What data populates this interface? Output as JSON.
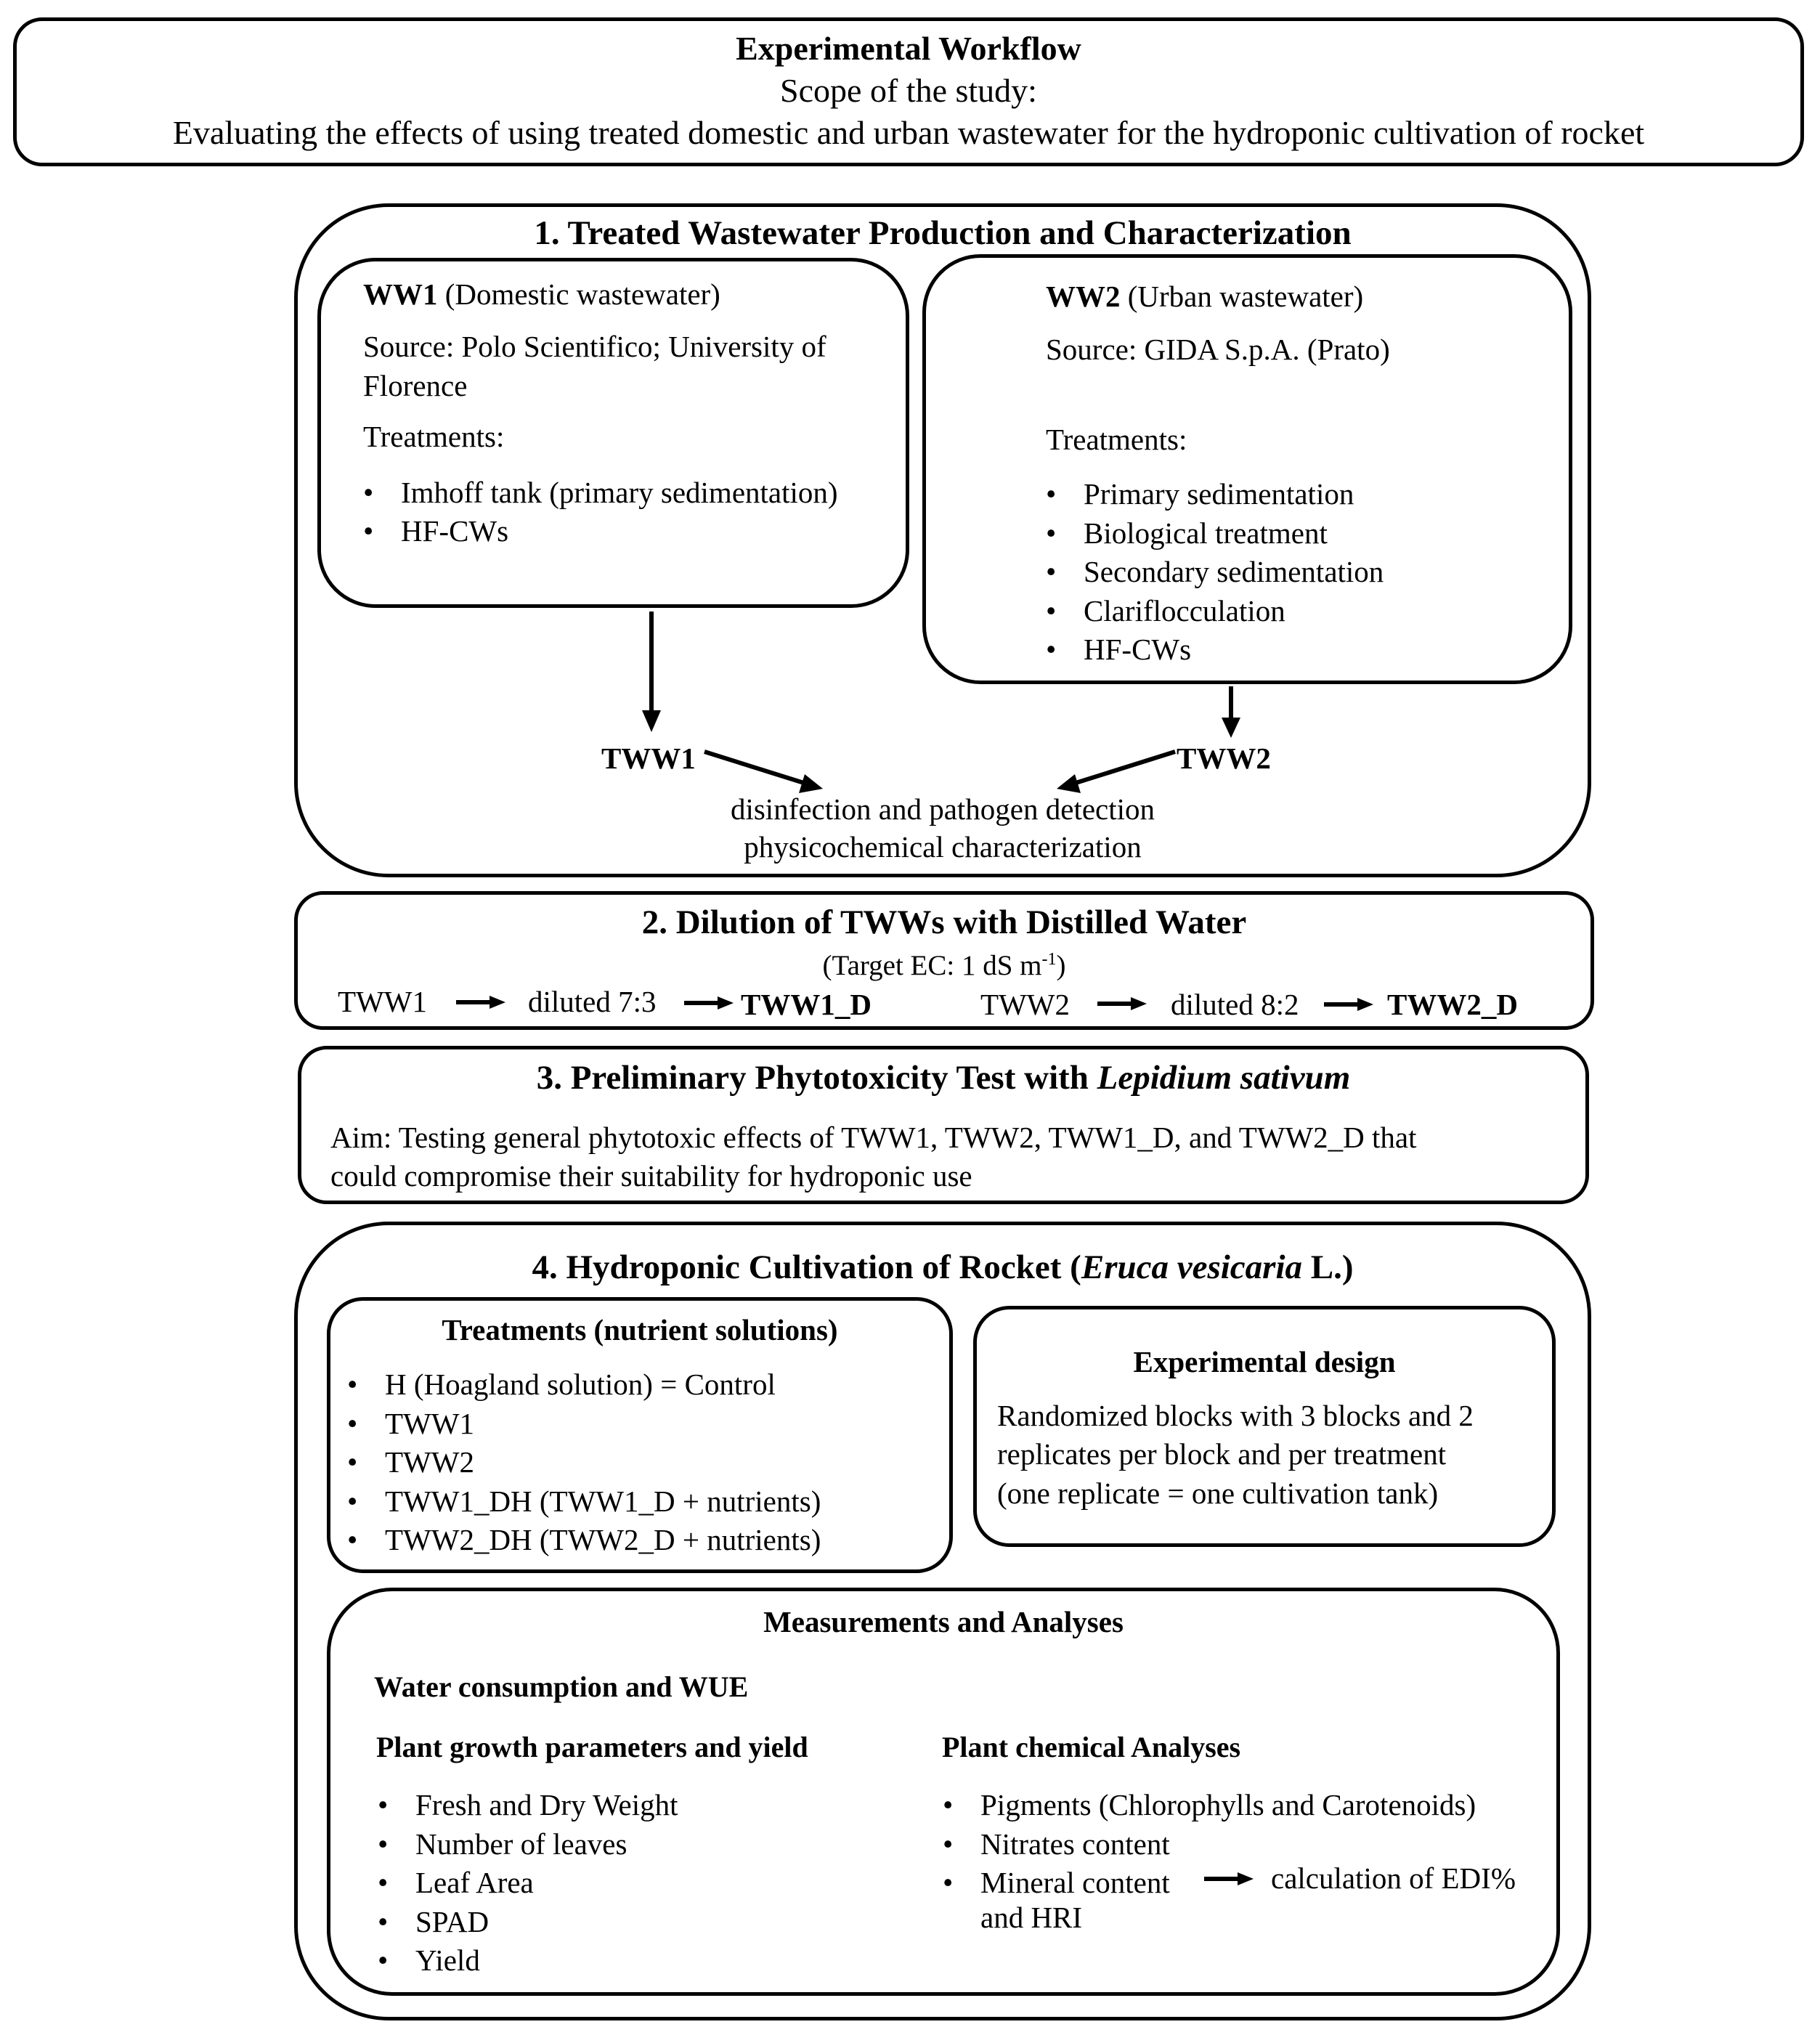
{
  "header": {
    "title": "Experimental Workflow",
    "scope_label": "Scope of the study:",
    "scope_text": "Evaluating the effects of using treated domestic and urban wastewater for the hydroponic cultivation of rocket"
  },
  "section1": {
    "title": "1. Treated Wastewater Production and Characterization",
    "ww1": {
      "name": "WW1",
      "desc": " (Domestic wastewater)",
      "source_line1": "Source: Polo Scientifico; University of",
      "source_line2": "Florence",
      "treatments_label": "Treatments:",
      "treatments": [
        "Imhoff tank (primary sedimentation)",
        "HF-CWs"
      ]
    },
    "ww2": {
      "name": "WW2",
      "desc": " (Urban wastewater)",
      "source": "Source: GIDA S.p.A. (Prato)",
      "treatments_label": "Treatments:",
      "treatments": [
        "Primary sedimentation",
        "Biological treatment",
        "Secondary sedimentation",
        "Clariflocculation",
        "HF-CWs"
      ]
    },
    "tww1": "TWW1",
    "tww2": "TWW2",
    "process_line1": "disinfection and pathogen detection",
    "process_line2": "physicochemical characterization"
  },
  "section2": {
    "title": "2. Dilution of TWWs with Distilled Water",
    "target_prefix": "(Target EC: 1 dS m",
    "target_sup": "-1",
    "target_suffix": ")",
    "left": {
      "input": "TWW1",
      "step": "diluted 7:3",
      "output": "TWW1_D"
    },
    "right": {
      "input": "TWW2",
      "step": "diluted 8:2",
      "output": "TWW2_D"
    }
  },
  "section3": {
    "title_prefix": "3. Preliminary Phytotoxicity Test with ",
    "title_italic": "Lepidium sativum",
    "aim_line1": "Aim: Testing general phytotoxic effects of TWW1, TWW2, TWW1_D, and TWW2_D that",
    "aim_line2": "could compromise their suitability for hydroponic use"
  },
  "section4": {
    "title_prefix": "4. Hydroponic Cultivation of Rocket (",
    "title_italic": "Eruca vesicaria",
    "title_suffix": " L.)",
    "treatments_title": "Treatments (nutrient solutions)",
    "treatments": [
      "H (Hoagland solution) = Control",
      "TWW1",
      "TWW2",
      "TWW1_DH (TWW1_D + nutrients)",
      "TWW2_DH (TWW2_D + nutrients)"
    ],
    "design_title": "Experimental design",
    "design_line1": "Randomized blocks with 3 blocks and 2",
    "design_line2": "replicates per block and per treatment",
    "design_line3": "(one replicate = one cultivation tank)",
    "measurements": {
      "title": "Measurements and Analyses",
      "water": "Water consumption and WUE",
      "growth_title": "Plant growth parameters and yield",
      "growth": [
        "Fresh and Dry Weight",
        "Number of leaves",
        "Leaf Area",
        "SPAD",
        "Yield"
      ],
      "chem_title": "Plant chemical Analyses",
      "chem": [
        "Pigments (Chlorophylls and Carotenoids)",
        "Nitrates content"
      ],
      "mineral": "Mineral content",
      "mineral_result_line1": "calculation of EDI%",
      "mineral_result_line2": "and HRI"
    }
  }
}
